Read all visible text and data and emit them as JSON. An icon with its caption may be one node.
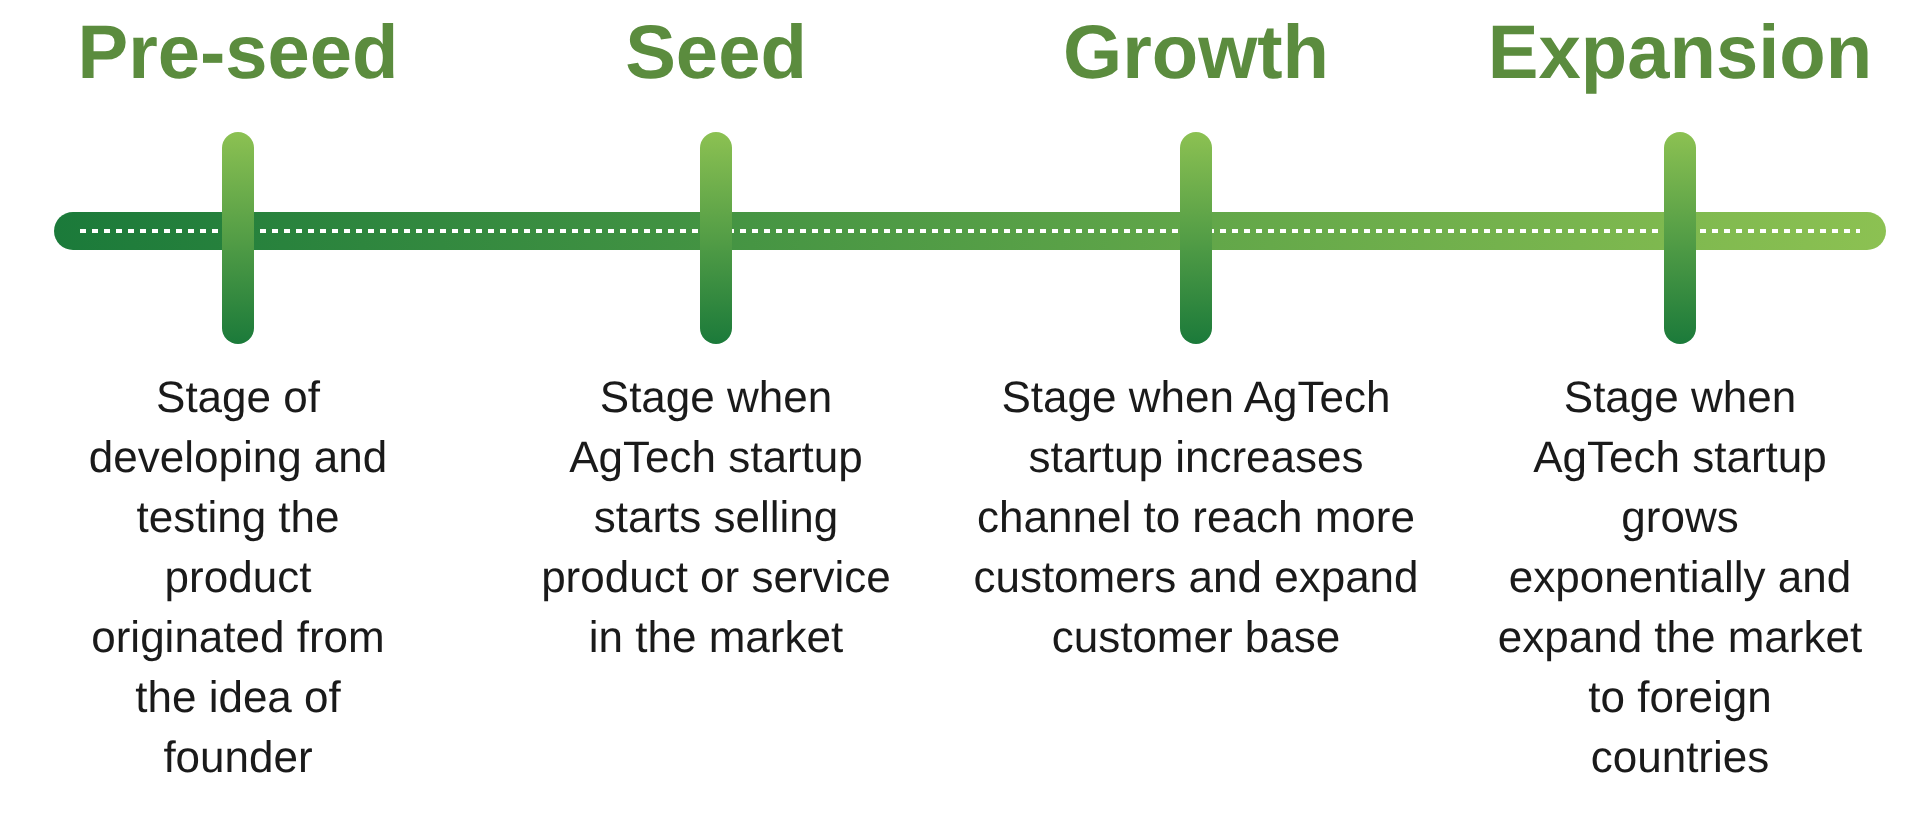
{
  "diagram": {
    "nodes": [
      {
        "text": [
          "Pre-seed",
          "Stage of developing and testing the product originated from the idea of founder"
        ]
      },
      {
        "text": [
          "Seed",
          "Stage when AgTech startup starts selling product or service in the market"
        ]
      },
      {
        "text": [
          "Growth",
          "Stage when AgTech startup increases channel to reach more customers and expand customer base"
        ]
      },
      {
        "text": [
          "Expansion",
          "Stage when AgTech startup grows exponentially and expand the market to foreign countries"
        ]
      }
    ]
  }
}
